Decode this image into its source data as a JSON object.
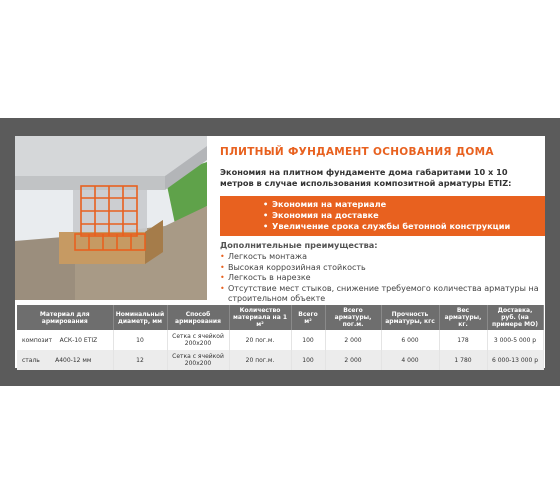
{
  "title": "ПЛИТНЫЙ ФУНДАМЕНТ ОСНОВАНИЯ ДОМА",
  "intro": "Экономия на плитном фундаменте дома габаритами 10 х 10 метров в случае использования композитной арматуры ETIZ:",
  "banner_items": [
    "Экономия на материале",
    "Экономия на доставке",
    "Увеличение срока службы бетонной конструкции"
  ],
  "advantages_title": "Дополнительные преимущества:",
  "advantages": [
    "Легкость монтажа",
    "Высокая коррозийная стойкость",
    "Легкость в нарезке",
    "Отсутствие мест стыков, снижение требуемого количества арматуры на строительном объекте"
  ],
  "table": {
    "headers": [
      "Материал для армирования",
      "Номинальный диаметр, мм",
      "Способ армирования",
      "Количество материала на 1 м²",
      "Всего м²",
      "Всего арматуры, пог.м.",
      "Прочность арматуры, кгс",
      "Вес арматуры, кг.",
      "Доставка, руб. (на примере МО)"
    ],
    "rows": [
      [
        "композит",
        "АСК-10 ETIZ",
        "10",
        "Сетка с ячейкой 200х200",
        "20 пог.м.",
        "100",
        "2 000",
        "6 000",
        "178",
        "3 000-5 000 р"
      ],
      [
        "сталь",
        "А400-12 мм",
        "12",
        "Сетка с ячейкой 200х200",
        "20 пог.м.",
        "100",
        "2 000",
        "4 000",
        "1 780",
        "6 000-13 000 р"
      ]
    ]
  },
  "colors": {
    "accent": "#e8611f",
    "frame": "#5b5b5b",
    "header": "#6e6e6e"
  }
}
